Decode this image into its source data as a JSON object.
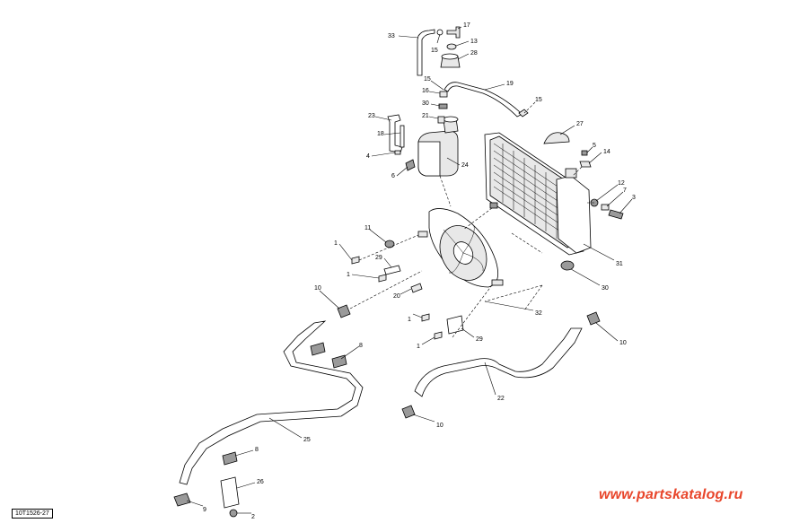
{
  "diagram": {
    "ref_code": "10T1526-27",
    "watermark": "www.partskatalog.ru",
    "callouts": [
      "33",
      "15",
      "17",
      "13",
      "28",
      "19",
      "15",
      "16",
      "30",
      "21",
      "15",
      "23",
      "18",
      "27",
      "5",
      "14",
      "4",
      "24",
      "6",
      "12",
      "7",
      "3",
      "11",
      "1",
      "29",
      "1",
      "31",
      "10",
      "20",
      "30",
      "1",
      "32",
      "8",
      "29",
      "1",
      "10",
      "22",
      "10",
      "25",
      "8",
      "26",
      "9",
      "2"
    ]
  }
}
